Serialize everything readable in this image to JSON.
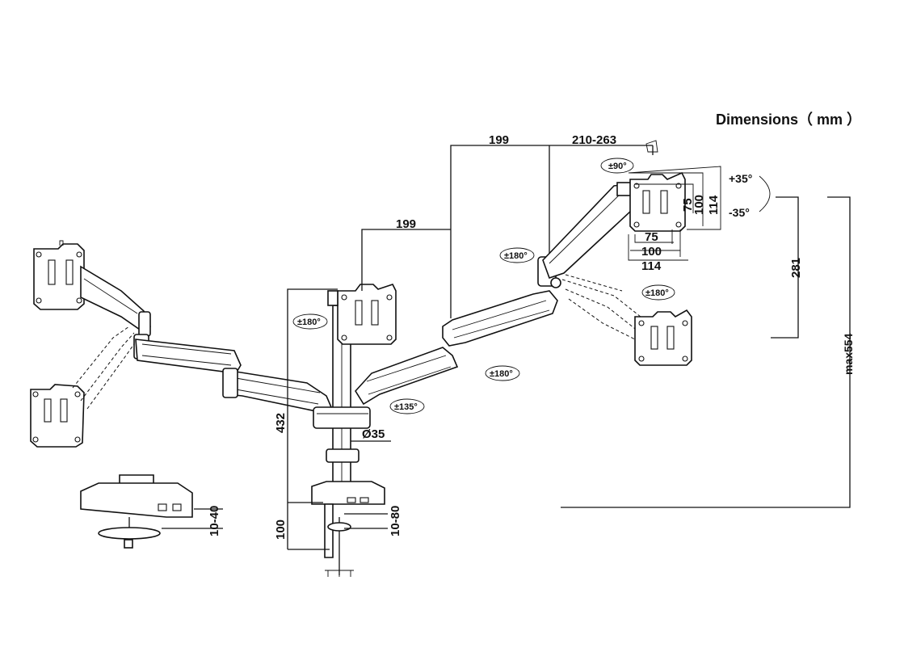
{
  "diagram": {
    "title": "Dimensions（ mm ）",
    "dimensions": {
      "top_right_arm_span": "199",
      "top_extension": "210-263",
      "middle_arm_span": "199",
      "clamp_height": "100",
      "pole_height": "432",
      "pole_diameter": "Ø35",
      "clamp_range": "10-80",
      "grommet_range": "10-40",
      "vertical_travel": "281",
      "max_height": "max554",
      "vesa_inner_w": "75",
      "vesa_mid_w": "100",
      "vesa_outer_w": "114",
      "vesa_inner_h": "75",
      "vesa_mid_h": "100",
      "vesa_outer_h": "114"
    },
    "angles": {
      "rotation_plate": "±90°",
      "tilt_up": "+35°",
      "tilt_down": "-35°",
      "swivel_top_head": "±180°",
      "swivel_right_arm": "±180°",
      "swivel_center_head": "±180°",
      "swivel_lower_arm": "±180°",
      "swivel_base": "±135°"
    }
  }
}
